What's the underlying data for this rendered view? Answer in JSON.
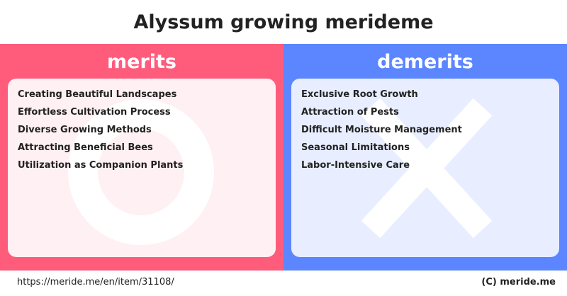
{
  "title": "Alyssum growing merideme",
  "merits": {
    "header": "merits",
    "symbol": "circle-symbol",
    "color": "#ff5c7c",
    "items": [
      "Creating Beautiful Landscapes",
      "Effortless Cultivation Process",
      "Diverse Growing Methods",
      "Attracting Beneficial Bees",
      "Utilization as Companion Plants"
    ]
  },
  "demerits": {
    "header": "demerits",
    "symbol": "cross-symbol",
    "color": "#5b86ff",
    "items": [
      "Exclusive Root Growth",
      "Attraction of Pests",
      "Difficult Moisture Management",
      "Seasonal Limitations",
      "Labor-Intensive Care"
    ]
  },
  "footer": {
    "url": "https://meride.me/en/item/31108/",
    "copyright": "(C) meride.me"
  }
}
